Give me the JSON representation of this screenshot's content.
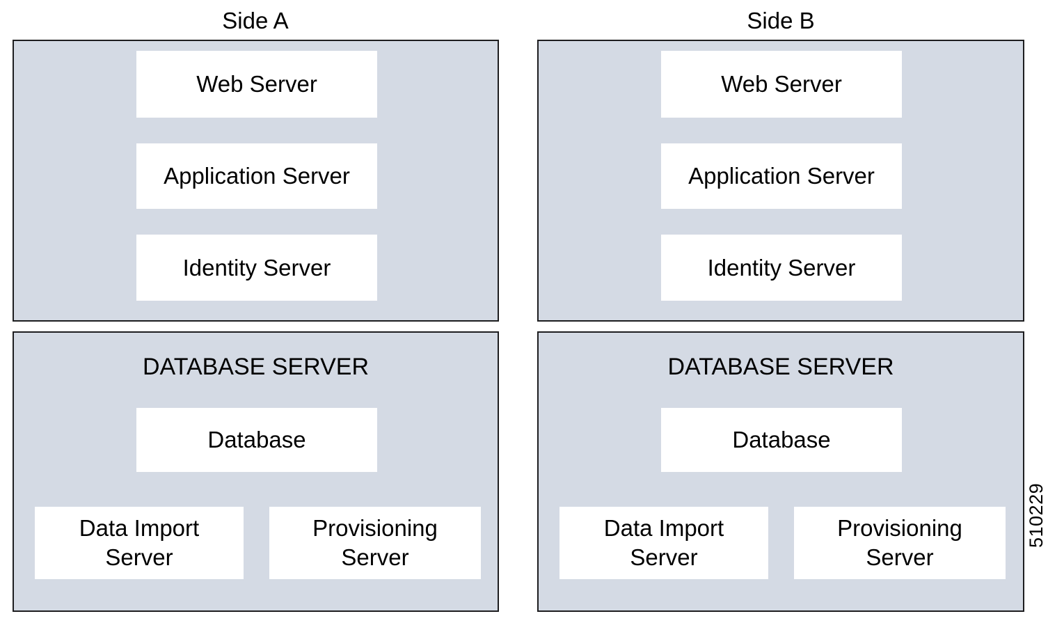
{
  "diagram": {
    "type": "architecture-block-diagram",
    "doc_id": "510229",
    "colors": {
      "panel_background": "#d4dae4",
      "panel_border": "#1d1d1f",
      "box_background": "#ffffff",
      "text": "#000000",
      "page_background": "#ffffff"
    },
    "sides": [
      {
        "key": "a",
        "title": "Side A",
        "app_tier": {
          "components": [
            {
              "key": "web-server",
              "label": "Web Server"
            },
            {
              "key": "application-server",
              "label": "Application Server"
            },
            {
              "key": "identity-server",
              "label": "Identity Server"
            }
          ]
        },
        "db_tier": {
          "heading": "DATABASE SERVER",
          "components": [
            {
              "key": "database",
              "label": "Database"
            },
            {
              "key": "data-import-server",
              "label": "Data Import\nServer",
              "line1": "Data Import",
              "line2": "Server"
            },
            {
              "key": "provisioning-server",
              "label": "Provisioning\nServer",
              "line1": "Provisioning",
              "line2": "Server"
            }
          ]
        }
      },
      {
        "key": "b",
        "title": "Side B",
        "app_tier": {
          "components": [
            {
              "key": "web-server",
              "label": "Web Server"
            },
            {
              "key": "application-server",
              "label": "Application Server"
            },
            {
              "key": "identity-server",
              "label": "Identity Server"
            }
          ]
        },
        "db_tier": {
          "heading": "DATABASE SERVER",
          "components": [
            {
              "key": "database",
              "label": "Database"
            },
            {
              "key": "data-import-server",
              "label": "Data Import\nServer",
              "line1": "Data Import",
              "line2": "Server"
            },
            {
              "key": "provisioning-server",
              "label": "Provisioning\nServer",
              "line1": "Provisioning",
              "line2": "Server"
            }
          ]
        }
      }
    ]
  }
}
